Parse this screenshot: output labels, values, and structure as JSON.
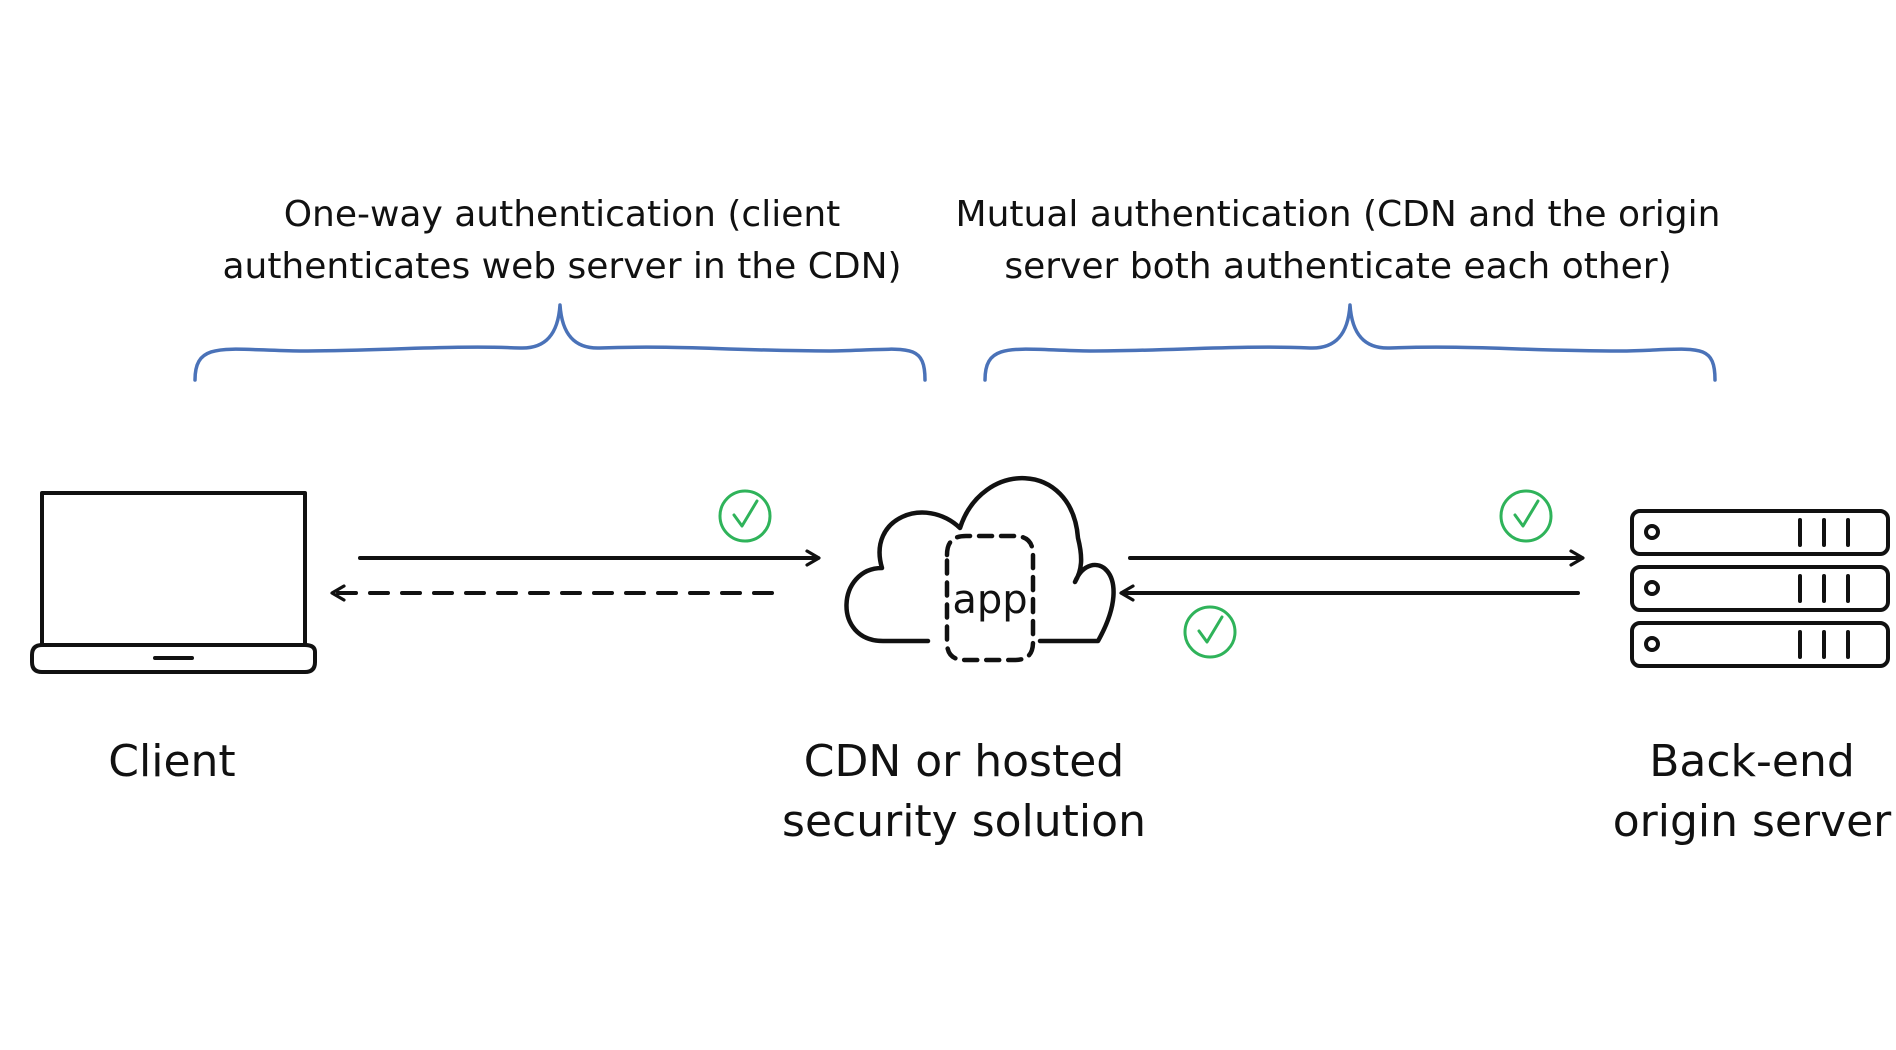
{
  "colors": {
    "ink": "#111111",
    "brace": "#4a72b8",
    "check": "#2fb35a",
    "background": "#ffffff"
  },
  "headings": {
    "one_way": {
      "line1": "One-way authentication (client",
      "line2": "authenticates web server in the CDN)"
    },
    "mutual": {
      "line1": "Mutual authentication (CDN and the origin",
      "line2": "server both authenticate each other)"
    }
  },
  "nodes": {
    "client": {
      "label": "Client",
      "icon": "laptop-icon"
    },
    "cdn": {
      "label_line1": "CDN or hosted",
      "label_line2": "security solution",
      "app_label": "app",
      "icon": "cloud-icon"
    },
    "origin": {
      "label_line1": "Back-end",
      "label_line2": "origin server",
      "icon": "server-rack-icon"
    }
  },
  "connections": [
    {
      "name": "client-to-cdn",
      "style": "solid",
      "verified": true
    },
    {
      "name": "cdn-to-client",
      "style": "dashed",
      "verified": false
    },
    {
      "name": "cdn-to-origin",
      "style": "solid",
      "verified": true
    },
    {
      "name": "origin-to-cdn",
      "style": "solid",
      "verified": true
    }
  ]
}
